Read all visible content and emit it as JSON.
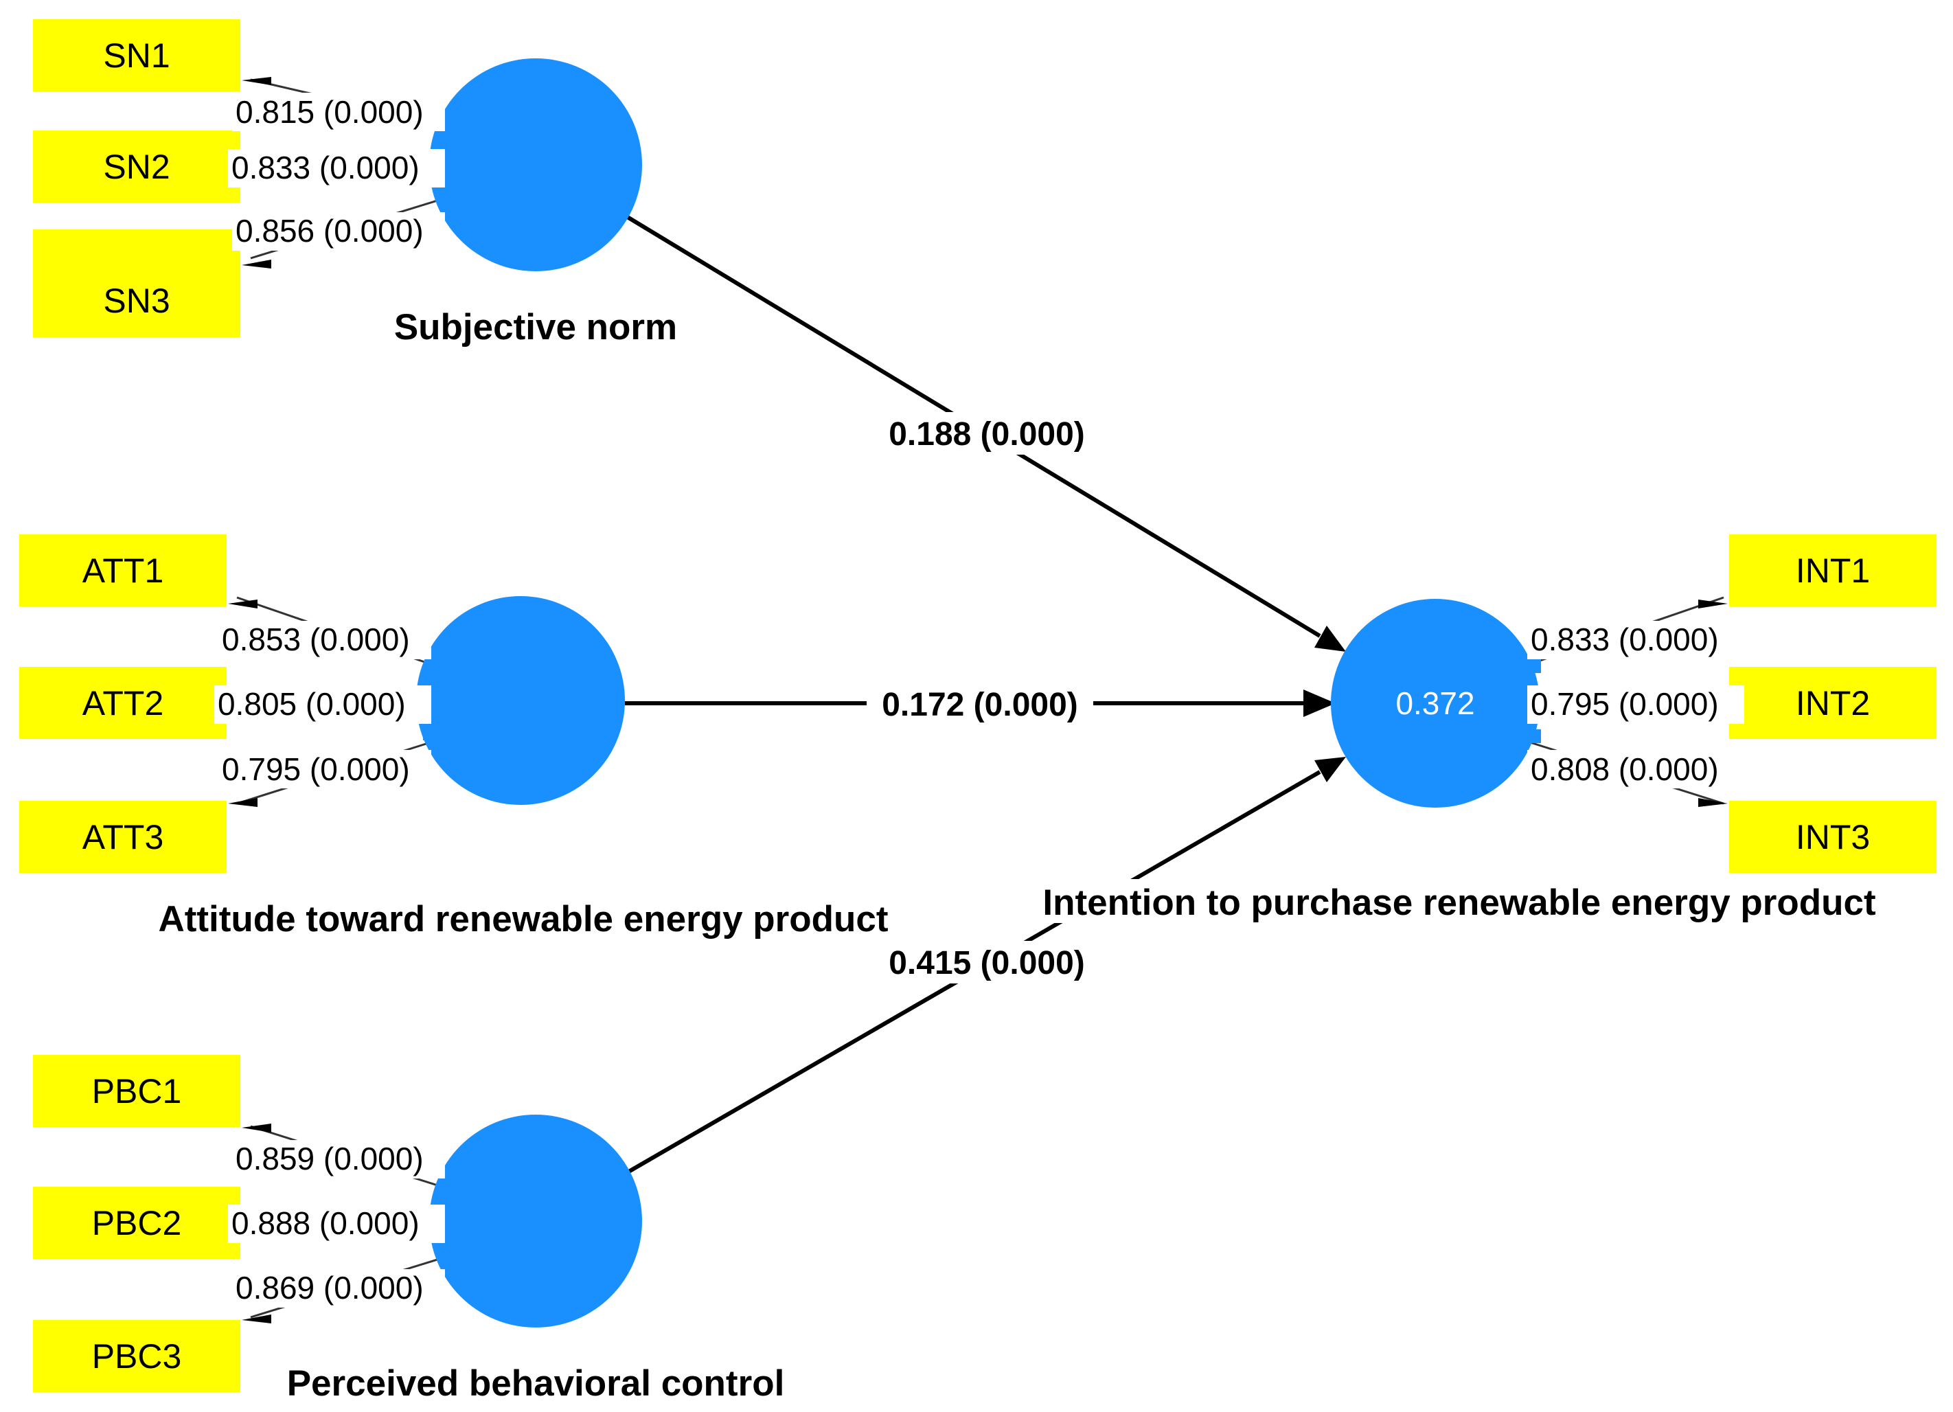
{
  "constructs": {
    "sn": {
      "label": "Subjective norm",
      "r2": ""
    },
    "att": {
      "label": "Attitude toward renewable energy product",
      "r2": ""
    },
    "pbc": {
      "label": "Perceived behavioral control",
      "r2": ""
    },
    "int": {
      "label": "Intention to purchase renewable energy product",
      "r2": "0.372"
    }
  },
  "indicators": {
    "sn": [
      "SN1",
      "SN2",
      "SN3"
    ],
    "att": [
      "ATT1",
      "ATT2",
      "ATT3"
    ],
    "pbc": [
      "PBC1",
      "PBC2",
      "PBC3"
    ],
    "int": [
      "INT1",
      "INT2",
      "INT3"
    ]
  },
  "loadings": {
    "sn": [
      "0.815 (0.000)",
      "0.833 (0.000)",
      "0.856 (0.000)"
    ],
    "att": [
      "0.853 (0.000)",
      "0.805 (0.000)",
      "0.795 (0.000)"
    ],
    "pbc": [
      "0.859 (0.000)",
      "0.888 (0.000)",
      "0.869 (0.000)"
    ],
    "int": [
      "0.833 (0.000)",
      "0.795 (0.000)",
      "0.808 (0.000)"
    ]
  },
  "paths": {
    "sn_int": "0.188 (0.000)",
    "att_int": "0.172 (0.000)",
    "pbc_int": "0.415 (0.000)"
  },
  "colors": {
    "indicator_fill": "#ffff00",
    "construct_fill": "#1a90ff",
    "line": "#000000"
  }
}
